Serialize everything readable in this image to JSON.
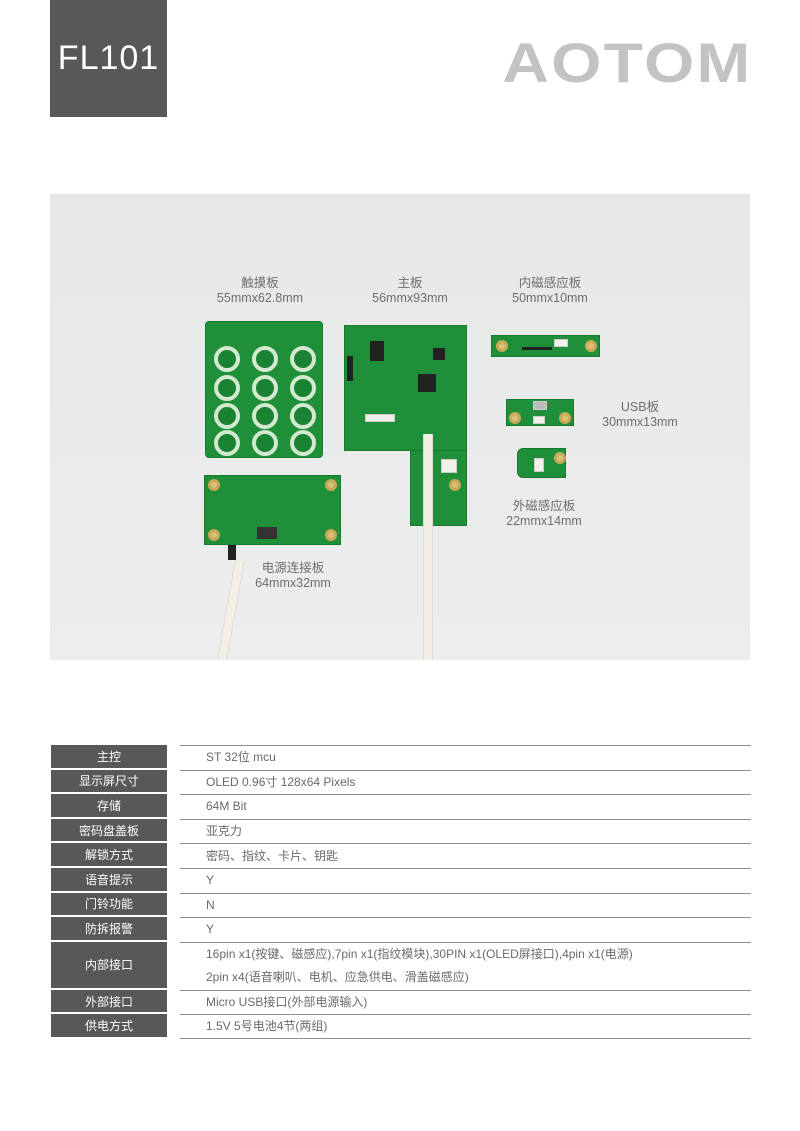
{
  "header": {
    "model": "FL101",
    "brand": "AOTOM"
  },
  "photo": {
    "captions": [
      {
        "name": "触摸板",
        "size": "55mmx62.8mm"
      },
      {
        "name": "主板",
        "size": "56mmx93mm"
      },
      {
        "name": "内磁感应板",
        "size": "50mmx10mm"
      },
      {
        "name": "USB板",
        "size": "30mmx13mm"
      },
      {
        "name": "外磁感应板",
        "size": "22mmx14mm"
      },
      {
        "name": "电源连接板",
        "size": "64mmx32mm"
      }
    ]
  },
  "specs": [
    {
      "label": "主控",
      "value": [
        "ST 32位 mcu"
      ]
    },
    {
      "label": "显示屏尺寸",
      "value": [
        "OLED 0.96寸 128x64 Pixels"
      ]
    },
    {
      "label": "存储",
      "value": [
        "64M Bit"
      ]
    },
    {
      "label": "密码盘盖板",
      "value": [
        "亚克力"
      ]
    },
    {
      "label": "解锁方式",
      "value": [
        "密码、指纹、卡片、钥匙"
      ]
    },
    {
      "label": "语音提示",
      "value": [
        "Y"
      ]
    },
    {
      "label": "门铃功能",
      "value": [
        "N"
      ]
    },
    {
      "label": "防拆报警",
      "value": [
        "Y"
      ]
    },
    {
      "label": "内部接口",
      "value": [
        "16pin x1(按键、磁感应),7pin x1(指纹模块),30PIN x1(OLED屏接口),4pin x1(电源)",
        "2pin x4(语音喇叭、电机、应急供电、滑盖磁感应)"
      ]
    },
    {
      "label": "外部接口",
      "value": [
        "Micro USB接口(外部电源输入)"
      ]
    },
    {
      "label": "供电方式",
      "value": [
        "1.5V 5号电池4节(两组)"
      ]
    }
  ]
}
